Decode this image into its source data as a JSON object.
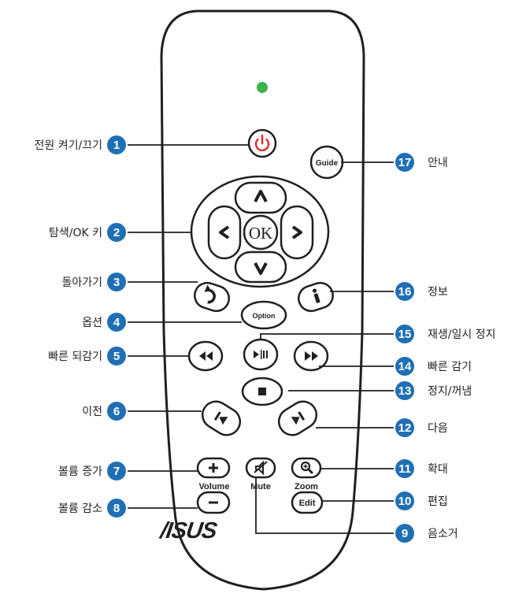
{
  "colors": {
    "accent": "#1f6fb5",
    "power": "#e4282a",
    "led": "#39b54a",
    "outline": "#231f20"
  },
  "labels": {
    "power": "전원 켜기/끄기",
    "navigation": "탐색/OK 키",
    "back": "돌아가기",
    "option": "옵션",
    "rewind": "빠른 되감기",
    "previous": "이전",
    "volume_up": "볼륨 증가",
    "volume_down": "볼륨 감소",
    "mute": "음소거",
    "edit": "편집",
    "zoom": "확대",
    "next": "다음",
    "stop": "정지/꺼냄",
    "fast_forward": "빠른 감기",
    "play_pause": "재생/일시 정지",
    "info": "정보",
    "guide": "안내"
  },
  "numbers": {
    "power": "1",
    "navigation": "2",
    "back": "3",
    "option": "4",
    "rewind": "5",
    "previous": "6",
    "volume_up": "7",
    "volume_down": "8",
    "mute": "9",
    "edit": "10",
    "zoom": "11",
    "next": "12",
    "stop": "13",
    "fast_forward": "14",
    "play_pause": "15",
    "info": "16",
    "guide": "17"
  },
  "button_text": {
    "ok": "OK",
    "guide": "Guide",
    "option": "Option",
    "volume": "Volume",
    "mute": "Mute",
    "zoom": "Zoom",
    "edit": "Edit",
    "brand": "/ISUS"
  },
  "icons": {
    "power": "power-icon",
    "back": "back-arrow-icon",
    "info": "info-icon",
    "rewind": "rewind-icon",
    "play_pause": "play-pause-icon",
    "fast_forward": "fast-forward-icon",
    "stop": "stop-icon",
    "previous": "skip-previous-icon",
    "next": "skip-next-icon",
    "mute": "mute-icon",
    "zoom": "zoom-icon",
    "plus": "plus-icon",
    "minus": "minus-icon"
  }
}
